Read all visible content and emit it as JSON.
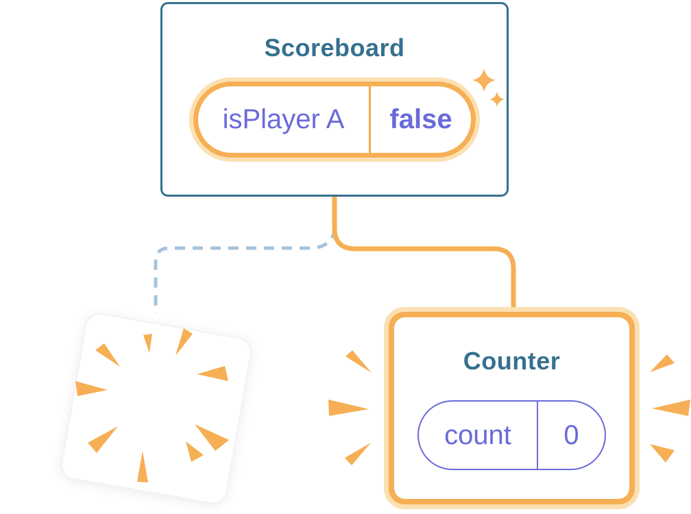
{
  "diagram": {
    "scoreboard_card": {
      "title": "Scoreboard",
      "state_pill": {
        "label": "isPlayer A",
        "value": "false"
      }
    },
    "counter_card": {
      "title": "Counter",
      "state_pill": {
        "label": "count",
        "value": "0"
      }
    },
    "colors": {
      "card_border_blue": "#36708F",
      "title_blue": "#36708F",
      "accent_orange": "#F6AF54",
      "accent_orange_light": "#FBE0B2",
      "state_purple": "#6A6ADB",
      "dashed_connector_blue": "#A6C4DC",
      "background": "#FFFFFF"
    },
    "icons": {
      "sparkle": "sparkle-icon",
      "poof": "poof-burst-icon",
      "emphasis": "emphasis-rays-icon"
    }
  }
}
